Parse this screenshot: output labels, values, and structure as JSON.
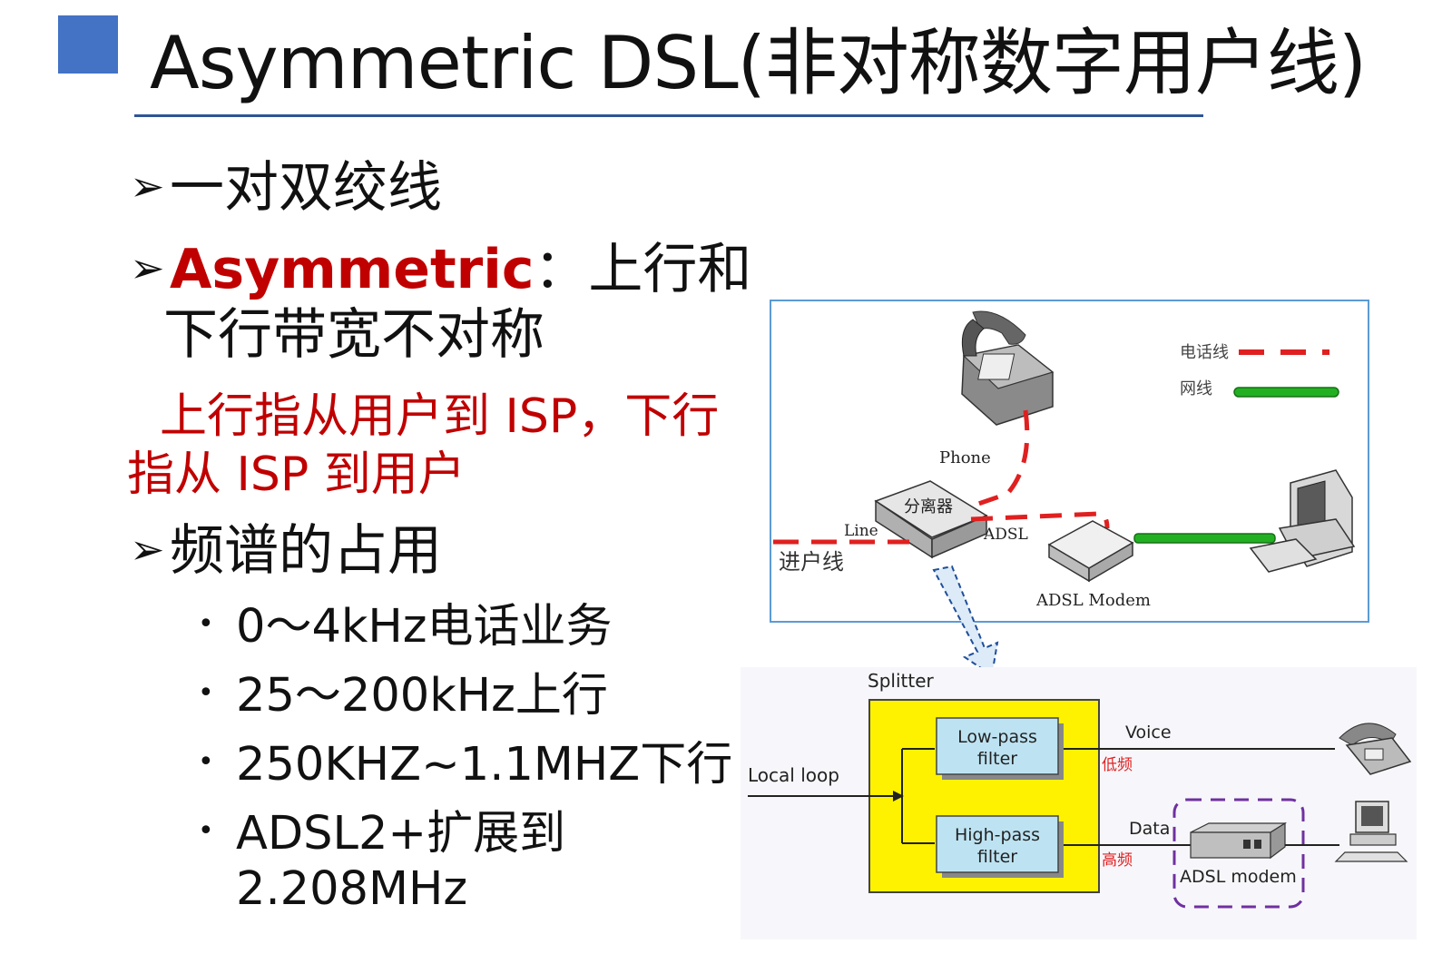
{
  "title": {
    "text": "Asymmetric DSL(非对称数字用户线)"
  },
  "bullets": {
    "b1": "一对双绞线",
    "b2_bold": "Asymmetric",
    "b2_rest": "：上行和",
    "b2_line2": "下行带宽不对称",
    "note_line1": "上行指从用户到 ISP，下行",
    "note_line2": "指从 ISP 到用户",
    "b3": "频谱的占用",
    "sub": [
      "0～4kHz电话业务",
      "25～200kHz上行",
      "250KHZ~1.1MHZ下行",
      "ADSL2+扩展到",
      "2.208MHz"
    ]
  },
  "diagram_top": {
    "legend_phone_line": "电话线",
    "legend_net_line": "网线",
    "phone_label": "Phone",
    "splitter_label": "分离器",
    "line_label": "Line",
    "adsl_label": "ADSL",
    "incoming_label": "进户线",
    "modem_label": "ADSL Modem",
    "colors": {
      "phone_line": "#E02020",
      "net_line": "#22B022",
      "border": "#5B9BD5"
    }
  },
  "diagram_bottom": {
    "splitter": "Splitter",
    "local_loop": "Local loop",
    "low_pass": "Low-pass",
    "low_filter": "filter",
    "high_pass": "High-pass",
    "high_filter": "filter",
    "voice": "Voice",
    "low_freq": "低频",
    "data": "Data",
    "high_freq": "高频",
    "modem": "ADSL modem",
    "colors": {
      "splitter_fill": "#FFF200",
      "filter_fill": "#BDE3F2",
      "modem_box": "#7030A0"
    }
  }
}
